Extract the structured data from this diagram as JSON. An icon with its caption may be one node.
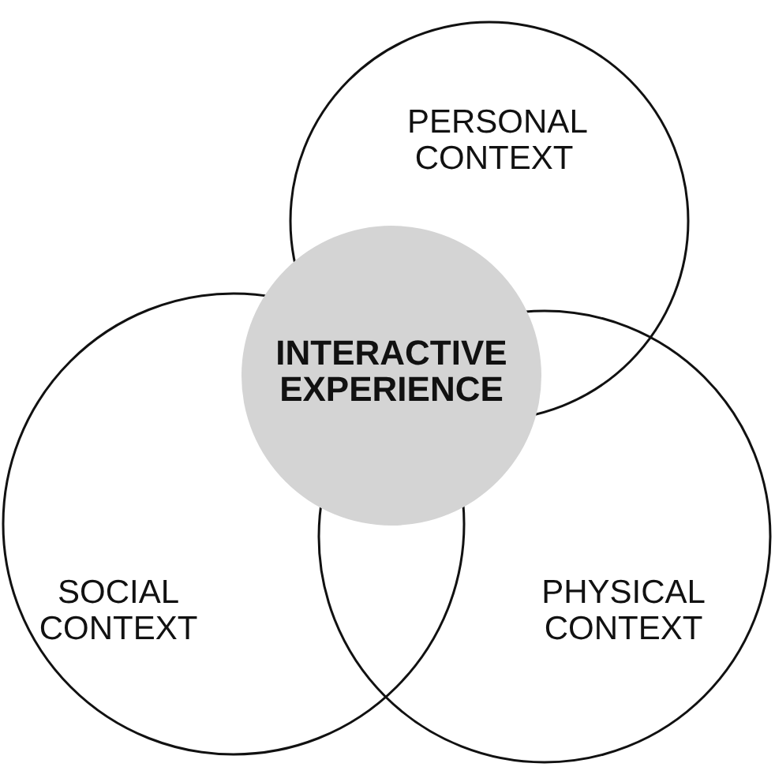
{
  "diagram": {
    "nodes": [
      {
        "text": [
          "PERSONAL CONTEXT"
        ]
      },
      {
        "text": [
          "INTERACTIVE EXPERIENCE"
        ]
      },
      {
        "text": [
          "SOCIAL CONTEXT"
        ]
      },
      {
        "text": [
          "PHYSICAL CONTEXT"
        ]
      }
    ]
  }
}
